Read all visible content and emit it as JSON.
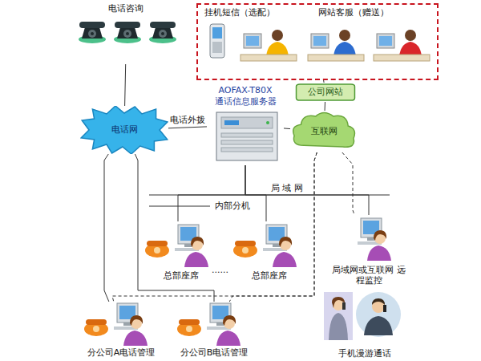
{
  "diagram": {
    "nodes": [
      {
        "text": [
          "电话咨询"
        ]
      },
      {
        "text": [
          "挂机短信（选配）",
          "网站客服（赠送）"
        ]
      },
      {
        "text": [
          "公司网站"
        ]
      },
      {
        "text": [
          "AOFAX-T80X",
          "通话信息服务器"
        ]
      },
      {
        "text": [
          "电话网"
        ]
      },
      {
        "text": [
          "互联网"
        ]
      },
      {
        "text": [
          "总部座席"
        ]
      },
      {
        "text": [
          "总部座席"
        ]
      },
      {
        "text": [
          "局域网或互联网 远程监控"
        ]
      },
      {
        "text": [
          "分公司A电话管理"
        ]
      },
      {
        "text": [
          "分公司B电话管理"
        ]
      },
      {
        "text": [
          "手机漫游通话"
        ]
      }
    ],
    "edges": [
      {
        "from": 0,
        "to": 4,
        "arrow": "none"
      },
      {
        "from": 4,
        "to": 3,
        "label": "电话外拨",
        "arrow": "none"
      },
      {
        "from": 3,
        "to": 5,
        "arrow": "none"
      },
      {
        "from": 5,
        "to": 2,
        "arrow": "none"
      },
      {
        "from": 2,
        "to": 1,
        "arrow": "none"
      },
      {
        "from": 3,
        "to": 6,
        "arrow": "none"
      },
      {
        "from": 3,
        "to": 7,
        "arrow": "none"
      },
      {
        "from": 3,
        "to": 8,
        "arrow": "none"
      },
      {
        "from": 4,
        "to": 9,
        "arrow": "none"
      },
      {
        "from": 4,
        "to": 10,
        "arrow": "none"
      },
      {
        "from": 5,
        "to": 8,
        "arrow": "none"
      },
      {
        "from": 5,
        "to": 9,
        "arrow": "none"
      },
      {
        "from": 5,
        "to": 10,
        "arrow": "none"
      }
    ],
    "labels": [
      "局 域 网",
      "内部分机",
      "......"
    ]
  }
}
